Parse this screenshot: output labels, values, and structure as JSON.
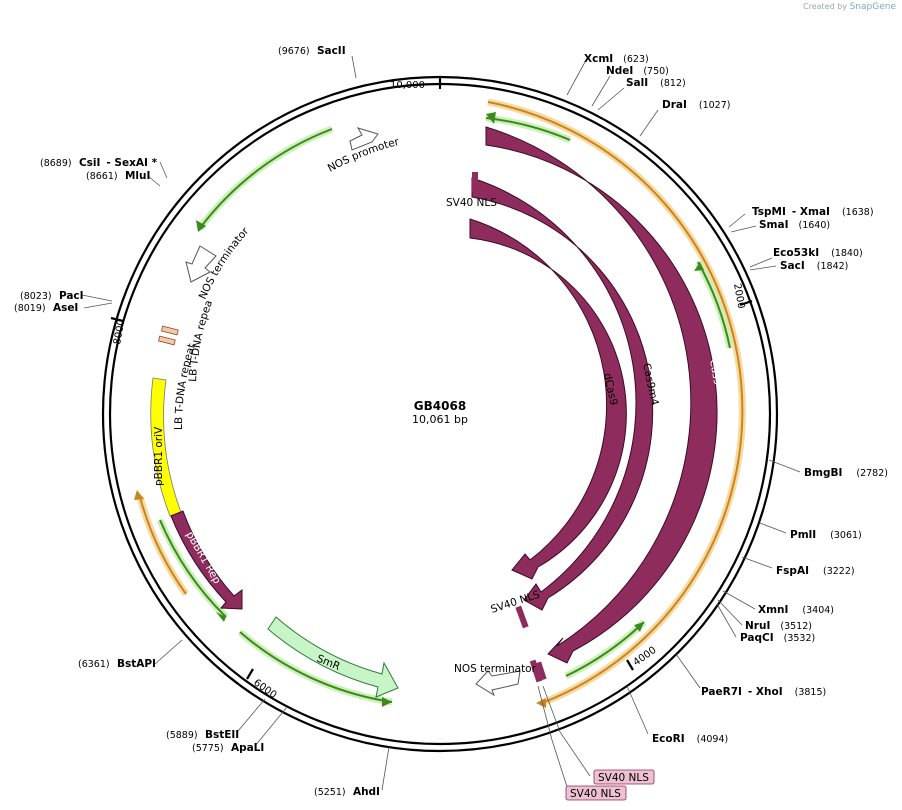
{
  "credit": {
    "prefix": "Created by",
    "brand": "SnapGene"
  },
  "plasmid": {
    "name": "GB4068",
    "size_label": "10,061 bp"
  },
  "ticks": [
    "10,000",
    "2000",
    "4000",
    "6000",
    "8000"
  ],
  "colors": {
    "cds": "#8e2c5e",
    "promoter": "#ffffff",
    "primer_green": "#3a8a1c",
    "primer_orange": "#c9861e",
    "ori": "#ffff00",
    "smr": "#c8f5c8"
  },
  "sites": [
    {
      "enzyme": "SacII",
      "position": "(9676)"
    },
    {
      "enzyme": "XcmI",
      "position": "(623)"
    },
    {
      "enzyme": "NdeI",
      "position": "(750)"
    },
    {
      "enzyme": "SalI",
      "position": "(812)"
    },
    {
      "enzyme": "DraI",
      "position": "(1027)"
    },
    {
      "enzyme": "TspMI",
      "extra": "- XmaI",
      "position": "(1638)"
    },
    {
      "enzyme": "SmaI",
      "position": "(1640)"
    },
    {
      "enzyme": "Eco53kI",
      "position": "(1840)"
    },
    {
      "enzyme": "SacI",
      "position": "(1842)"
    },
    {
      "enzyme": "BmgBI",
      "position": "(2782)"
    },
    {
      "enzyme": "PmlI",
      "position": "(3061)"
    },
    {
      "enzyme": "FspAI",
      "position": "(3222)"
    },
    {
      "enzyme": "XmnI",
      "position": "(3404)"
    },
    {
      "enzyme": "NruI",
      "position": "(3512)"
    },
    {
      "enzyme": "PaqCI",
      "position": "(3532)"
    },
    {
      "enzyme": "PaeR7I",
      "extra": "- XhoI",
      "position": "(3815)"
    },
    {
      "enzyme": "EcoRI",
      "position": "(4094)"
    },
    {
      "enzyme": "AhdI",
      "position": "(5251)"
    },
    {
      "enzyme": "ApaLI",
      "position": "(5775)"
    },
    {
      "enzyme": "BstEII",
      "position": "(5889)"
    },
    {
      "enzyme": "BstAPI",
      "position": "(6361)"
    },
    {
      "enzyme": "AseI",
      "position": "(8019)"
    },
    {
      "enzyme": "PacI",
      "position": "(8023)"
    },
    {
      "enzyme": "MluI",
      "position": "(8661)"
    },
    {
      "enzyme": "CsiI",
      "extra": "- SexAI *",
      "position": "(8689)"
    }
  ],
  "features": {
    "nos_promoter": "NOS promoter",
    "nos_terminator_top": "NOS terminator",
    "lb_repeat_1": "LB T-DNA repeat",
    "lb_repeat_2": "LB T-DNA repeat",
    "pbbr1_oriv": "pBBR1 oriV",
    "pbbr1_rep": "pBBR1 Rep",
    "smr": "SmR",
    "cas9": "Cas9",
    "cas9m4": "Cas9m4",
    "dcas9": "dCas9",
    "sv40_nls_top": "SV40 NLS",
    "sv40_nls_mid": "SV40 NLS",
    "nos_terminator_bottom": "NOS terminator",
    "sv40_nls_box1": "SV40 NLS",
    "sv40_nls_box2": "SV40 NLS"
  }
}
